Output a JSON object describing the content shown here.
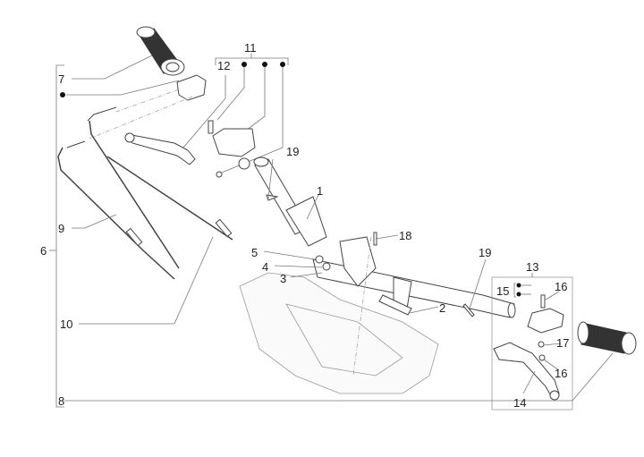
{
  "diagram": {
    "type": "exploded parts view",
    "colors": {
      "line": "#444444",
      "leader": "#777777",
      "frame": "#999999"
    },
    "labels": [
      {
        "id": "p7",
        "text": "7"
      },
      {
        "id": "p11",
        "text": "11"
      },
      {
        "id": "p12",
        "text": "12"
      },
      {
        "id": "p19a",
        "text": "19"
      },
      {
        "id": "p1",
        "text": "1"
      },
      {
        "id": "p18",
        "text": "18"
      },
      {
        "id": "p19b",
        "text": "19"
      },
      {
        "id": "p13",
        "text": "13"
      },
      {
        "id": "p15",
        "text": "15"
      },
      {
        "id": "p16a",
        "text": "16"
      },
      {
        "id": "p5",
        "text": "5"
      },
      {
        "id": "p4",
        "text": "4"
      },
      {
        "id": "p3",
        "text": "3"
      },
      {
        "id": "p2",
        "text": "2"
      },
      {
        "id": "p6",
        "text": "6"
      },
      {
        "id": "p9",
        "text": "9"
      },
      {
        "id": "p10",
        "text": "10"
      },
      {
        "id": "p17",
        "text": "17"
      },
      {
        "id": "p16b",
        "text": "16"
      },
      {
        "id": "p14",
        "text": "14"
      },
      {
        "id": "p8",
        "text": "8"
      }
    ]
  }
}
